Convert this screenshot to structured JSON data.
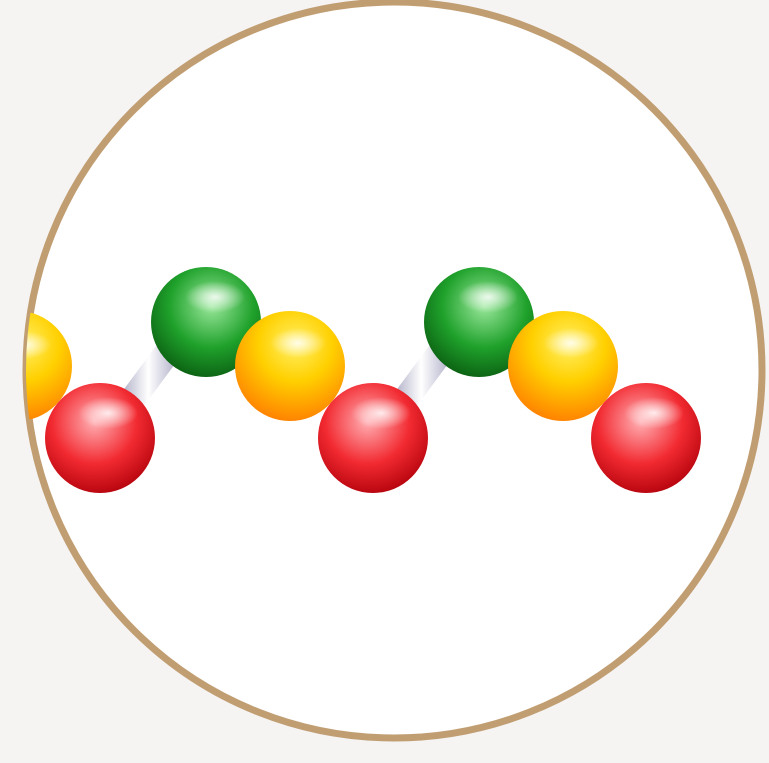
{
  "colors": {
    "background": "#f5f4f3",
    "circle_fill": "#ffffff",
    "circle_border": "#c19e72",
    "bond": "#b8b8d4"
  },
  "diagram": {
    "description_type": "molecular-chain",
    "atom_types": {
      "red": {
        "base": "#e8141c",
        "light": "#ffb0b4",
        "dark": "#9c0008"
      },
      "green": {
        "base": "#169a22",
        "light": "#9be89c",
        "dark": "#0a5a10"
      },
      "orange": {
        "base": "#ff9a00",
        "light": "#fff066",
        "dark": "#e86400"
      }
    },
    "bonds": [
      {
        "from": "red-1",
        "to": "green-1"
      },
      {
        "from": "red-2",
        "to": "green-2"
      }
    ]
  }
}
